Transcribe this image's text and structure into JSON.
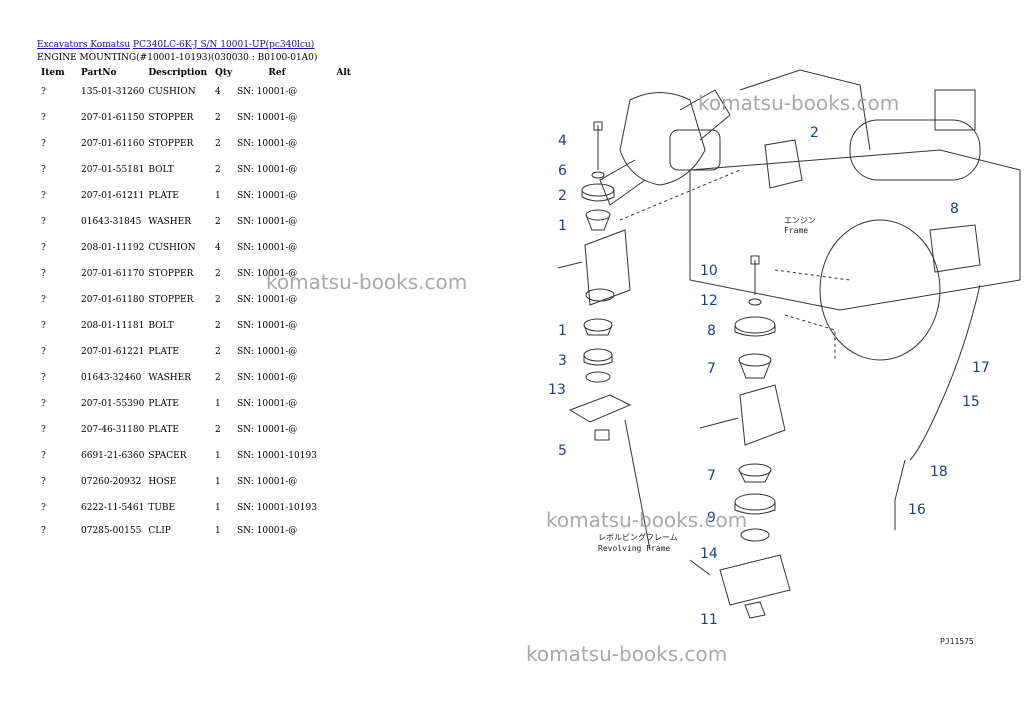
{
  "breadcrumb": {
    "link1": "Excavators Komatsu",
    "link2": "PC340LC-6K-J S/N 10001-UP(pc340lcu)"
  },
  "subtitle": "ENGINE MOUNTING(#10001-10193)(030030 : B0100-01A0)",
  "table": {
    "headers": {
      "item": "Item",
      "partno": "PartNo",
      "desc": "Description",
      "qty": "Qty",
      "ref": "Ref",
      "alt": "Alt"
    },
    "rows": [
      {
        "item": "?",
        "partno": "135-01-31260",
        "desc": "CUSHION",
        "qty": "4",
        "ref": "SN: 10001-@"
      },
      {
        "item": "?",
        "partno": "207-01-61150",
        "desc": "STOPPER",
        "qty": "2",
        "ref": "SN: 10001-@"
      },
      {
        "item": "?",
        "partno": "207-01-61160",
        "desc": "STOPPER",
        "qty": "2",
        "ref": "SN: 10001-@"
      },
      {
        "item": "?",
        "partno": "207-01-55181",
        "desc": "BOLT",
        "qty": "2",
        "ref": "SN: 10001-@"
      },
      {
        "item": "?",
        "partno": "207-01-61211",
        "desc": "PLATE",
        "qty": "1",
        "ref": "SN: 10001-@"
      },
      {
        "item": "?",
        "partno": "01643-31845",
        "desc": "WASHER",
        "qty": "2",
        "ref": "SN: 10001-@"
      },
      {
        "item": "?",
        "partno": "208-01-11192",
        "desc": "CUSHION",
        "qty": "4",
        "ref": "SN: 10001-@"
      },
      {
        "item": "?",
        "partno": "207-01-61170",
        "desc": "STOPPER",
        "qty": "2",
        "ref": "SN: 10001-@"
      },
      {
        "item": "?",
        "partno": "207-01-61180",
        "desc": "STOPPER",
        "qty": "2",
        "ref": "SN: 10001-@"
      },
      {
        "item": "?",
        "partno": "208-01-11181",
        "desc": "BOLT",
        "qty": "2",
        "ref": "SN: 10001-@"
      },
      {
        "item": "?",
        "partno": "207-01-61221",
        "desc": "PLATE",
        "qty": "2",
        "ref": "SN: 10001-@"
      },
      {
        "item": "?",
        "partno": "01643-32460",
        "desc": "WASHER",
        "qty": "2",
        "ref": "SN: 10001-@"
      },
      {
        "item": "?",
        "partno": "207-01-55390",
        "desc": "PLATE",
        "qty": "1",
        "ref": "SN: 10001-@"
      },
      {
        "item": "?",
        "partno": "207-46-31180",
        "desc": "PLATE",
        "qty": "2",
        "ref": "SN: 10001-@"
      },
      {
        "item": "?",
        "partno": "6691-21-6360",
        "desc": "SPACER",
        "qty": "1",
        "ref": "SN: 10001-10193"
      },
      {
        "item": "?",
        "partno": "07260-20932",
        "desc": "HOSE",
        "qty": "1",
        "ref": "SN: 10001-@"
      },
      {
        "item": "?",
        "partno": "6222-11-5461",
        "desc": "TUBE",
        "qty": "1",
        "ref": "SN: 10001-10193"
      },
      {
        "item": "?",
        "partno": "07285-00155",
        "desc": "CLIP",
        "qty": "1",
        "ref": "SN: 10001-@"
      }
    ]
  },
  "diagram": {
    "callouts": [
      "4",
      "6",
      "2",
      "1",
      "1",
      "3",
      "13",
      "5",
      "2",
      "8",
      "10",
      "12",
      "8",
      "7",
      "7",
      "9",
      "14",
      "11",
      "17",
      "15",
      "18",
      "16"
    ],
    "engine_label": "エンジン",
    "engine_label_en": "Frame",
    "frame_label_jp": "レボルビングフレーム",
    "frame_label_en": "Revolving Frame",
    "drawing_number": "PJ11575"
  },
  "watermark": "komatsu-books.com"
}
